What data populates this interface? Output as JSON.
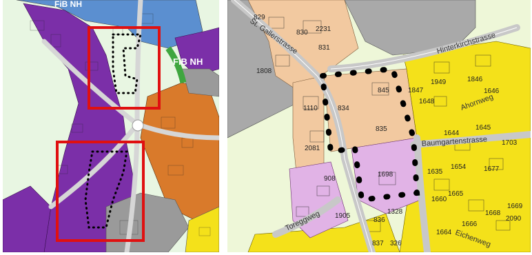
{
  "maps": {
    "left": {
      "zone_labels": [
        "FiB NH",
        "FiB NH"
      ],
      "colors": {
        "residential_purple": "#7b2fa8",
        "mixed_blue": "#5b8fd0",
        "commercial_orange": "#d97a2b",
        "industrial_gray": "#9a9a9a",
        "green_strip": "#3fa63f",
        "highlight_red": "#e01010",
        "background_mint": "#e8f6e2"
      },
      "highlight_boxes": [
        "top-center",
        "bottom-left"
      ]
    },
    "right": {
      "street_labels": [
        "St. Gallerstrasse",
        "Hinterkirchstrasse",
        "Toreggweg",
        "Baumgartenstrasse",
        "Ahornweg",
        "Eichenweg"
      ],
      "parcel_numbers": [
        "829",
        "830",
        "2231",
        "831",
        "1808",
        "1110",
        "845",
        "1847",
        "1949",
        "1846",
        "1646",
        "1648",
        "834",
        "835",
        "2081",
        "1644",
        "1645",
        "1703",
        "1635",
        "1654",
        "1677",
        "1698",
        "1665",
        "1660",
        "1669",
        "1668",
        "2090",
        "1328",
        "1664",
        "1666",
        "836",
        "837",
        "326",
        "1905",
        "908"
      ],
      "colors": {
        "zone_tan": "#f2c9a0",
        "zone_yellow": "#f4e11a",
        "zone_pink": "#e1b3e6",
        "zone_gray": "#a9a9a9",
        "road": "#c8c8c8",
        "background_green": "#eef7d8"
      }
    }
  }
}
